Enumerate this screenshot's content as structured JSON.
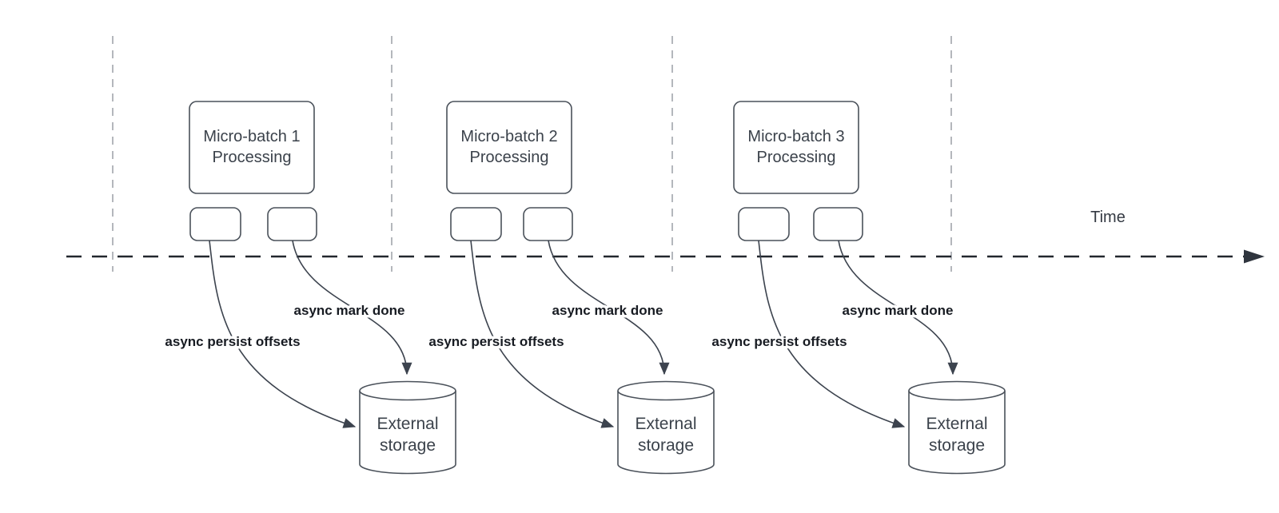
{
  "timeline": {
    "label": "Time"
  },
  "batches": [
    {
      "title_line1": "Micro-batch 1",
      "title_line2": "Processing",
      "persist_label": "async persist offsets",
      "done_label": "async mark done",
      "storage_line1": "External",
      "storage_line2": "storage"
    },
    {
      "title_line1": "Micro-batch 2",
      "title_line2": "Processing",
      "persist_label": "async persist offsets",
      "done_label": "async mark done",
      "storage_line1": "External",
      "storage_line2": "storage"
    },
    {
      "title_line1": "Micro-batch 3",
      "title_line2": "Processing",
      "persist_label": "async persist offsets",
      "done_label": "async mark done",
      "storage_line1": "External",
      "storage_line2": "storage"
    }
  ],
  "colors": {
    "background": "#ffffff",
    "shape_stroke": "#4a515a",
    "arrow_stroke": "#3c434e",
    "timeline_stroke": "#22272e",
    "divider_stroke": "#b4b7bc",
    "title_text": "#3b424b",
    "label_text": "#171b22"
  }
}
